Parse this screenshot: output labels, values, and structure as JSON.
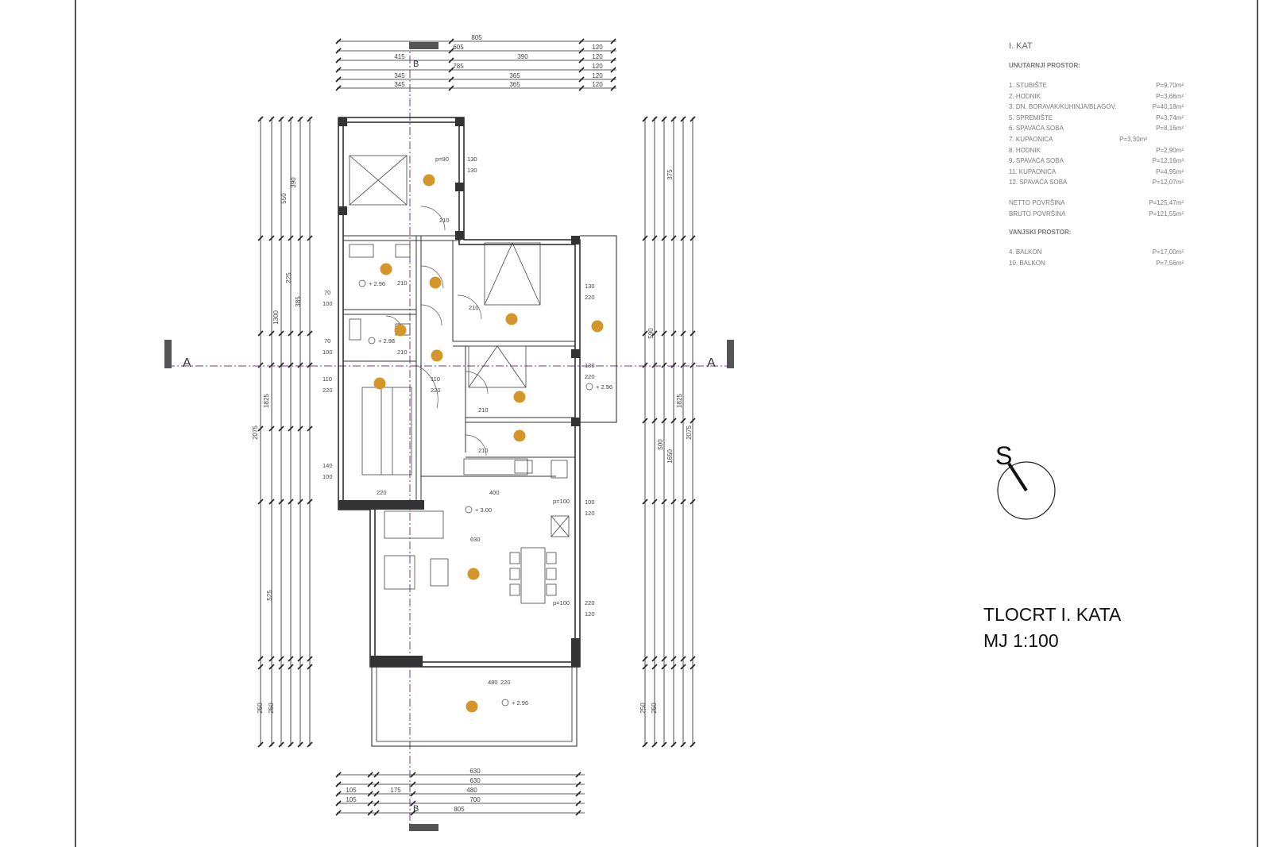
{
  "plan": {
    "section_label": "A",
    "axis_label": "B",
    "top_dims": {
      "row1": [
        "805"
      ],
      "row2": [
        "605",
        "120"
      ],
      "row3": [
        "415",
        "390",
        "120"
      ],
      "row4": [
        "785",
        "120"
      ],
      "row5": [
        "345",
        "365",
        "120"
      ],
      "row6": [
        "345",
        "365",
        "120"
      ]
    },
    "bottom_dims": {
      "row1": [
        "630"
      ],
      "row2": [
        "630"
      ],
      "row3": [
        "105",
        "175",
        "480"
      ],
      "row4": [
        "105",
        "700"
      ],
      "row5": [
        "805"
      ]
    },
    "left_dims": [
      "2075",
      "1825",
      "1300",
      "550",
      "525",
      "390",
      "385",
      "225",
      "250",
      "250"
    ],
    "right_dims": [
      "2075",
      "1825",
      "1650",
      "590",
      "500",
      "375",
      "250",
      "250"
    ],
    "openings": [
      "130",
      "130",
      "70",
      "100",
      "70",
      "100",
      "110",
      "220",
      "140",
      "100",
      "110",
      "220",
      "130",
      "220",
      "130",
      "220",
      "100",
      "120",
      "220",
      "120",
      "480",
      "220"
    ],
    "door_labels": [
      "p=90",
      "210",
      "210",
      "210",
      "210",
      "210",
      "210",
      "p=100",
      "p=100"
    ],
    "levels": [
      "+ 2.96",
      "+ 2.98",
      "+ 2.96",
      "+ 3.00",
      "+ 2.96"
    ],
    "room_widths": [
      "400",
      "630",
      "220"
    ],
    "marker_color": "#d4962a",
    "axis_color": "#7a3a8a"
  },
  "legend": {
    "title": "I. KAT",
    "interior_heading": "UNUTARNJI PROSTOR:",
    "interior_rooms": [
      {
        "name": "1. STUBIŠTE",
        "area": "P=9,70m²"
      },
      {
        "name": "2. HODNIK",
        "area": "P=3,66m²"
      },
      {
        "name": "3. DN. BORAVAK/KUHINJA/BLAGOV.",
        "area": "P=40,18m²"
      },
      {
        "name": "5. SPREMIŠTE",
        "area": "P=3,74m²"
      },
      {
        "name": "6. SPAVAĆA SOBA",
        "area": "P=8,16m²"
      },
      {
        "name": "7. KUPAONICA",
        "area": "P=3,30m²"
      },
      {
        "name": "8. HODNIK",
        "area": "P=2,90m²"
      },
      {
        "name": "9. SPAVAĆA SOBA",
        "area": "P=12,16m²"
      },
      {
        "name": "11. KUPAONICA",
        "area": "P=4,95m²"
      },
      {
        "name": "12. SPAVAĆA SOBA",
        "area": "P=12,07m²"
      }
    ],
    "totals": [
      {
        "name": "NETTO POVRŠINA",
        "area": "P=125,47m²"
      },
      {
        "name": "BRUTO POVRŠINA",
        "area": "P=121,55m²"
      }
    ],
    "exterior_heading": "VANJSKI PROSTOR:",
    "exterior_rooms": [
      {
        "name": "4. BALKON",
        "area": "P=17,00m²"
      },
      {
        "name": "10. BALKON",
        "area": "P=7,56m²"
      }
    ]
  },
  "title_block": {
    "line1": "TLOCRT I. KATA",
    "line2": "MJ 1:100"
  },
  "compass": {
    "letter": "S"
  }
}
